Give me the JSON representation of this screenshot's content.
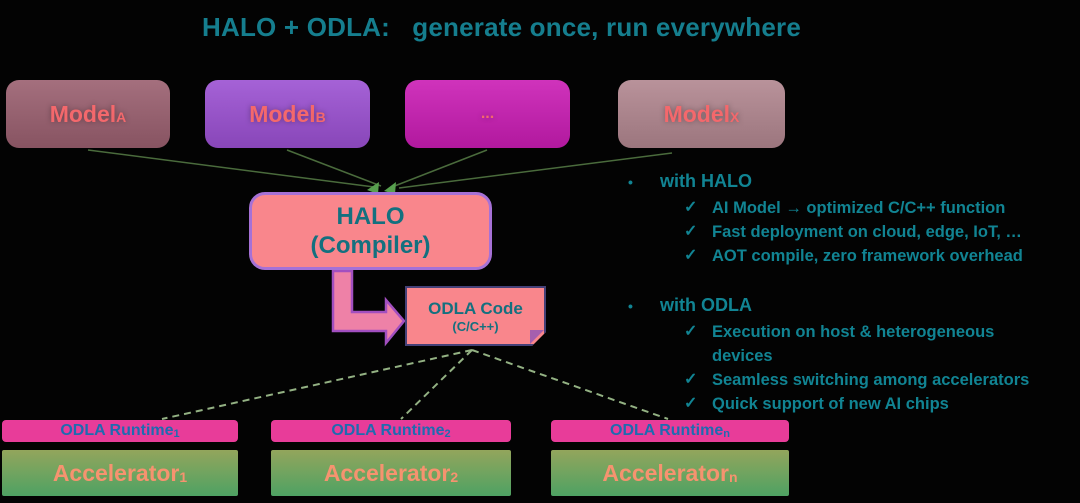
{
  "title": "HALO + ODLA:   generate once, run everywhere",
  "glyphs": {
    "check": "✓",
    "bullet": "•"
  },
  "models": [
    {
      "name": "Model",
      "sub": "A"
    },
    {
      "name": "Model",
      "sub": "B"
    },
    {
      "name": "...",
      "sub": ""
    },
    {
      "name": "Model",
      "sub": "X"
    }
  ],
  "compiler": {
    "line1": "HALO",
    "line2": "(Compiler)"
  },
  "odla_code": {
    "line1": "ODLA Code",
    "line2": "(C/C++)"
  },
  "with_halo": {
    "heading": "with HALO",
    "items": [
      "AI Model → optimized C/C++ function",
      "Fast deployment on cloud, edge, IoT, …",
      "AOT compile, zero framework overhead"
    ]
  },
  "with_odla": {
    "heading": "with ODLA",
    "items": [
      "Execution on host &  heterogeneous devices",
      "Seamless switching among accelerators",
      "Quick support of new AI chips"
    ]
  },
  "runtimes": [
    {
      "name": "ODLA Runtime",
      "sub": "1"
    },
    {
      "name": "ODLA Runtime",
      "sub": "2"
    },
    {
      "name": "ODLA Runtime",
      "sub": "n"
    }
  ],
  "accelerators": [
    {
      "name": "Accelerator",
      "sub": "1"
    },
    {
      "name": "Accelerator",
      "sub": "2"
    },
    {
      "name": "Accelerator",
      "sub": "n"
    }
  ],
  "colors": {
    "bg": "#030303",
    "title_teal": "#157e8e",
    "text_teal": "#118493",
    "box_text_teal": "#14707f",
    "model_text": "#f4686c",
    "model_a_bg": "#9a5f6f",
    "model_b_bg": "#9b50d2",
    "model_dots_bg": "#ca1cb4",
    "model_x_bg": "#b1868f",
    "halo_bg": "#f9868c",
    "halo_border": "#a671d6",
    "odla_border": "#454178",
    "fold_color": "#a55fae",
    "runtime_bg": "#e83c99",
    "runtime_text": "#1e6bb0",
    "accel_top": "#93a55c",
    "accel_bottom": "#4ea263",
    "accel_text": "#f6936f",
    "connector_green": "#4a6b3c",
    "arrowhead_green": "#57a04e",
    "dashed_green": "#93b183",
    "elbow_fill": "#ee81a7",
    "elbow_stroke": "#a24fc0"
  }
}
